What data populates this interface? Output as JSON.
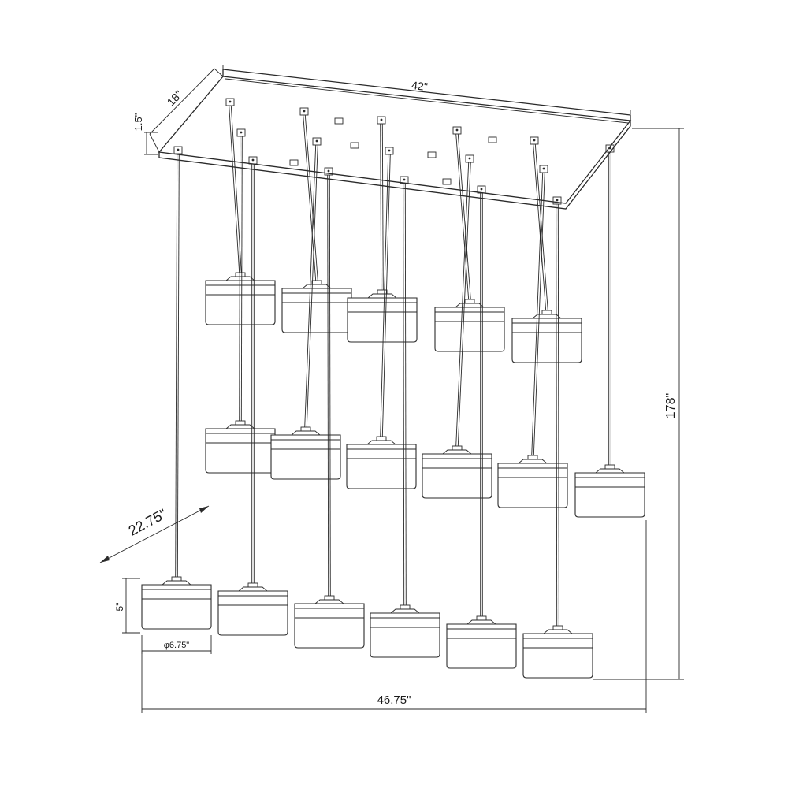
{
  "dimensions": {
    "canopy_length": "42\"",
    "canopy_depth": "18\"",
    "canopy_height": "1.5\"",
    "overall_height": "178\"",
    "overall_width": "46.75\"",
    "overall_depth": "22.75\"",
    "shade_height": "5\"",
    "shade_diameter": "φ6.75\""
  },
  "fixture": {
    "pendant_count": 17,
    "canopy_shape": "rectangular"
  }
}
